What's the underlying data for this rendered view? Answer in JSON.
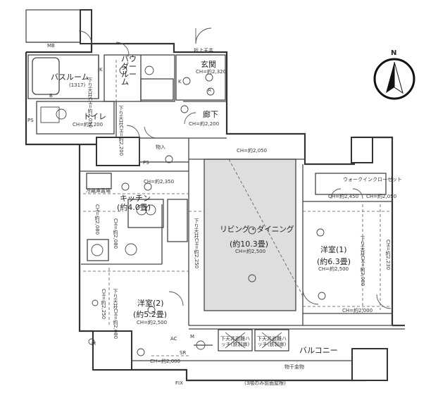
{
  "plan": {
    "labels": {
      "mb": "MB",
      "bathroom": "バスルーム",
      "bathroom_size": "(1317)",
      "powder_room": "パウダールーム",
      "entrance": "玄関",
      "entrance_ch": "CH=約2,320",
      "toilet": "トイレ",
      "toilet_ch": "CH=約2,200",
      "corridor": "廊下",
      "corridor_ch": "CH=約2,200",
      "storage": "物入",
      "ps_upper": "PS",
      "ps_lower": "PS",
      "fold_ceiling": "折上天井",
      "ch_2050_top": "CH=約2,050",
      "kitchen": "キッチン",
      "kitchen_size": "(約4.0畳)",
      "kitchen_ch": "CH=約2,350",
      "pantry": "冷蔵庫置場",
      "living": "リビング・ダイニング",
      "living_size": "(約10.3畳)",
      "living_ch": "CH=約2,500",
      "walkin": "ウォークインクローゼット",
      "walkin_ch1": "CH=約2,450",
      "walkin_ch2": "CH=約2,050",
      "western1": "洋室(1)",
      "western1_size": "(約6.3畳)",
      "western1_ch": "CH=約2,500",
      "western2": "洋室(2)",
      "western2_size": "(約5.2畳)",
      "western2_ch": "CH=約2,500",
      "ch_2000_right": "CH=約2,000",
      "ch_2000_bottom": "CH=約2,000",
      "balcony": "バルコニー",
      "outdoor_unit": "物干金物",
      "hatch1": "下天井避難ハッチ(鉄製扉)",
      "hatch2": "下天井避難ハッチ(鉄製扉)",
      "fix": "FIX",
      "footnote": "(3階のみ前面屋根)",
      "v_bath": "下り天井CH=約2,050",
      "v_toilet": "下り天井CH=約2,200",
      "v_k1": "CH=約2,080",
      "v_k2": "CH=約2,080",
      "v_liv": "下り天井CH=約2,250",
      "v_w2a": "CH=約2,250",
      "v_w2b": "下り天井CH=約2,080",
      "v_w1a": "下り天井CH=約2,080",
      "v_w1b": "CH=約2,230",
      "sr": "SR",
      "m1": "M",
      "m2": "M",
      "b1": "B",
      "k1": "K",
      "k2": "K",
      "ac": "AC",
      "aw": "A"
    },
    "compass": {
      "label": "N"
    }
  }
}
